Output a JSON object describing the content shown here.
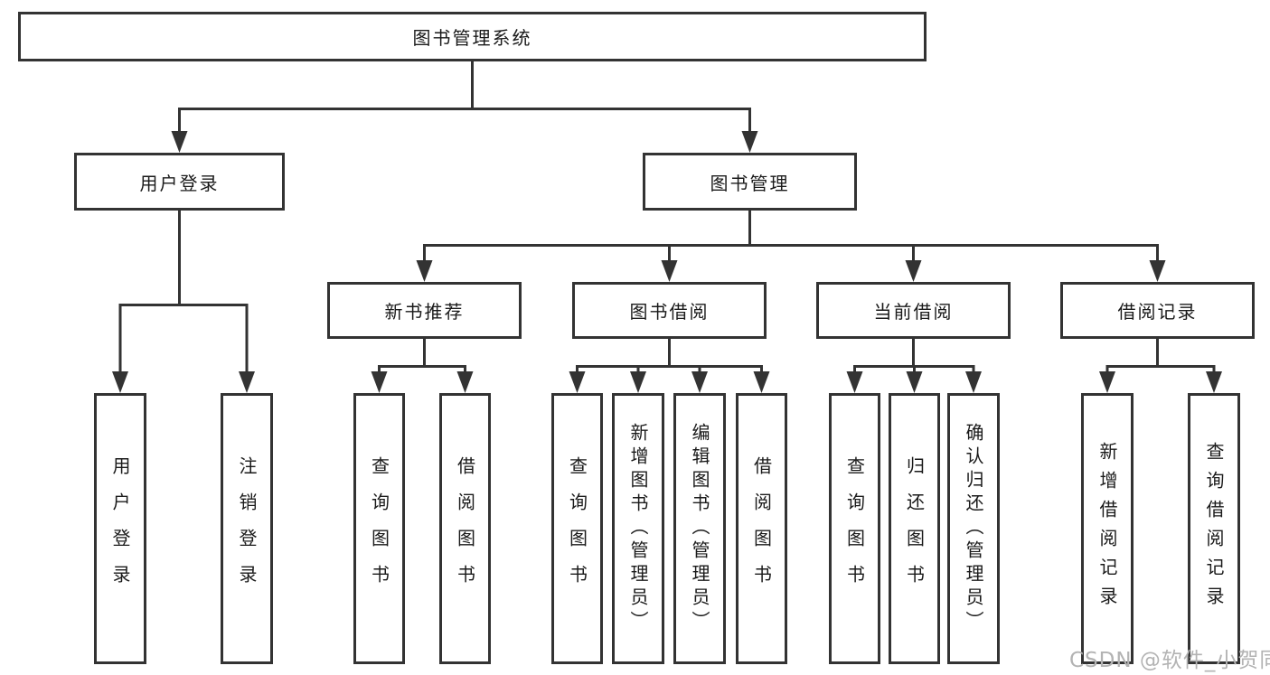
{
  "diagram_title": "图书管理系统",
  "watermark": "CSDN @软件_小贺同学",
  "colors": {
    "line": "#333333",
    "node_border": "#333333",
    "node_text": "#1a1a1a",
    "background": "#ffffff",
    "watermark": "#b3b3b3"
  },
  "tree": {
    "label": "图书管理系统",
    "children": [
      {
        "label": "用户登录",
        "children": [
          {
            "label": "用户登录"
          },
          {
            "label": "注销登录"
          }
        ]
      },
      {
        "label": "图书管理",
        "children": [
          {
            "label": "新书推荐",
            "children": [
              {
                "label": "查询图书"
              },
              {
                "label": "借阅图书"
              }
            ]
          },
          {
            "label": "图书借阅",
            "children": [
              {
                "label": "查询图书"
              },
              {
                "label": "新增图书（管理员）"
              },
              {
                "label": "编辑图书（管理员）"
              },
              {
                "label": "借阅图书"
              }
            ]
          },
          {
            "label": "当前借阅",
            "children": [
              {
                "label": "查询图书"
              },
              {
                "label": "归还图书"
              },
              {
                "label": "确认归还（管理员）"
              }
            ]
          },
          {
            "label": "借阅记录",
            "children": [
              {
                "label": "新增借阅记录"
              },
              {
                "label": "查询借阅记录"
              }
            ]
          }
        ]
      }
    ]
  }
}
